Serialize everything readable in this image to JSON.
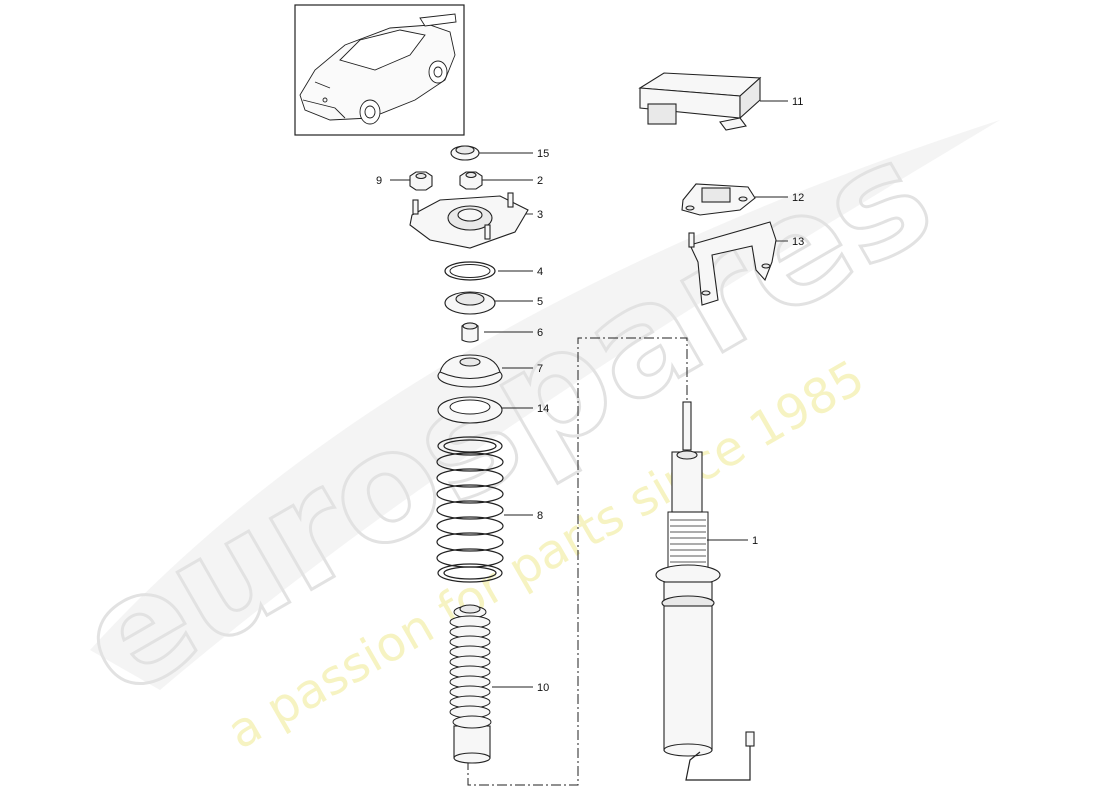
{
  "watermark": {
    "brand": "eurospares",
    "tagline": "a passion for parts since 1985"
  },
  "thumbnail": {
    "icon": "car-thumbnail-icon"
  },
  "callouts": {
    "c1": "1",
    "c2": "2",
    "c3": "3",
    "c4": "4",
    "c5": "5",
    "c6": "6",
    "c7": "7",
    "c8": "8",
    "c9": "9",
    "c10": "10",
    "c11": "11",
    "c12": "12",
    "c13": "13",
    "c14": "14",
    "c15": "15"
  }
}
